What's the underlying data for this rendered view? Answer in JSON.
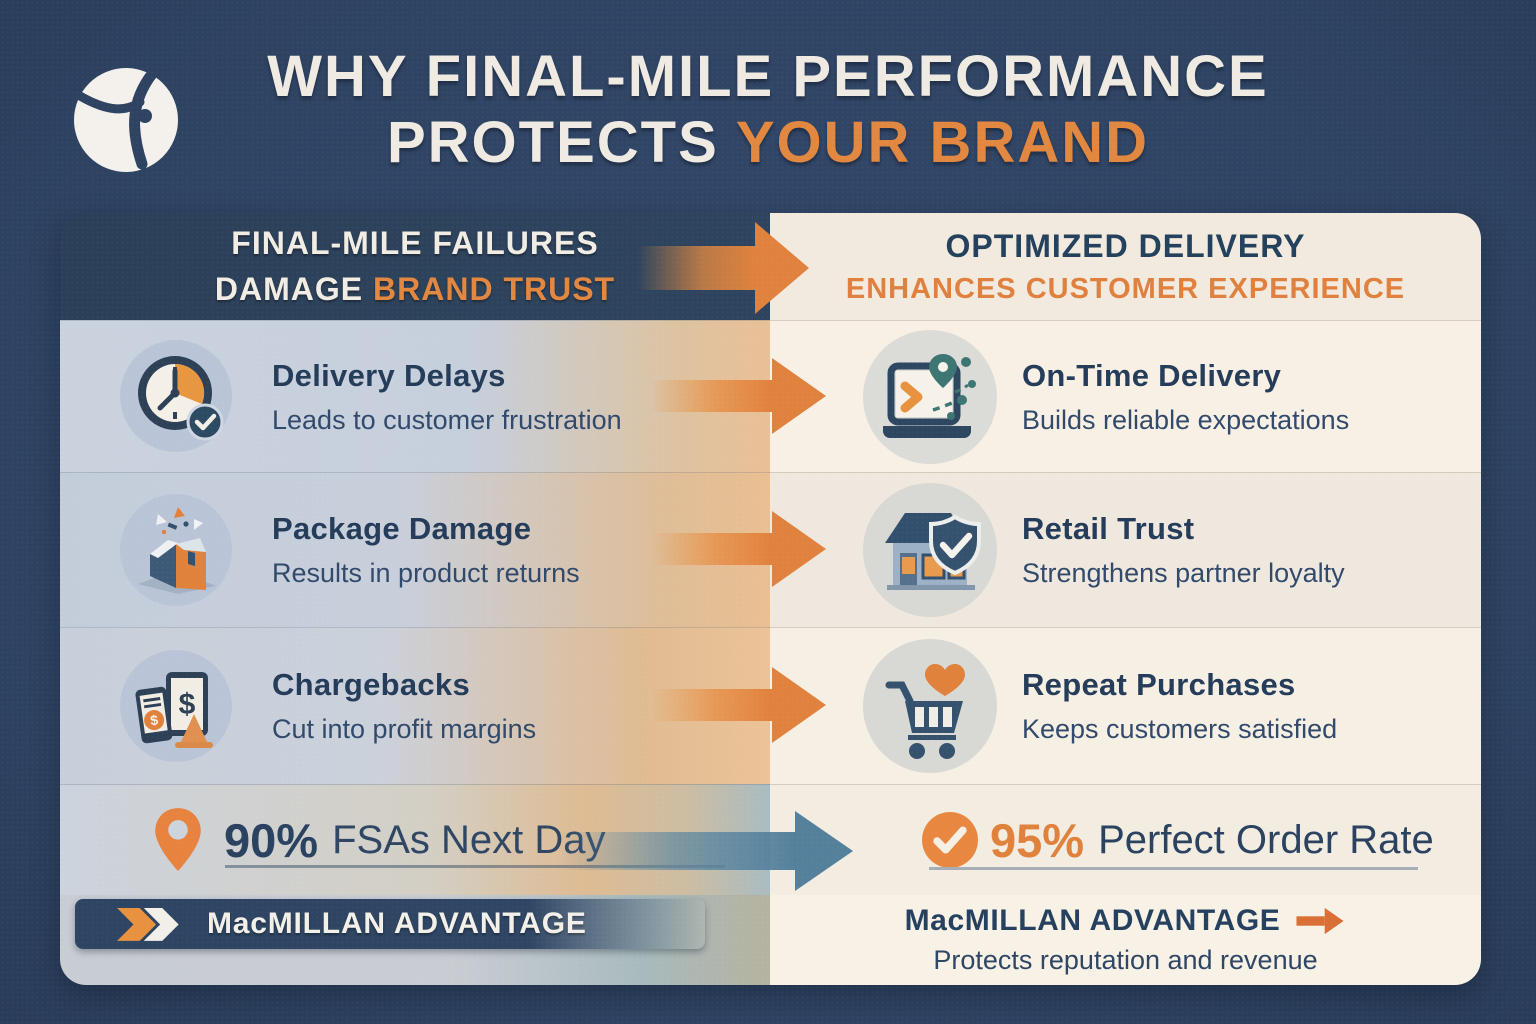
{
  "title": {
    "line1": "WHY FINAL-MILE PERFORMANCE",
    "line2_white": "PROTECTS",
    "line2_orange": "YOUR BRAND"
  },
  "left_column": {
    "header": {
      "line1": "FINAL-MILE FAILURES",
      "line2_white": "DAMAGE",
      "line2_orange": "BRAND TRUST"
    },
    "items": [
      {
        "icon": "clock-delay-icon",
        "title": "Delivery Delays",
        "subtitle": "Leads to customer frustration"
      },
      {
        "icon": "damaged-package-icon",
        "title": "Package Damage",
        "subtitle": "Results in product returns"
      },
      {
        "icon": "chargeback-devices-icon",
        "title": "Chargebacks",
        "subtitle": "Cut into profit margins"
      }
    ],
    "stat": {
      "icon": "location-pin-icon",
      "value": "90%",
      "label": "FSAs Next Day"
    },
    "banner": {
      "label": "MacMILLAN ADVANTAGE"
    }
  },
  "right_column": {
    "header": {
      "line1": "OPTIMIZED DELIVERY",
      "line2": "ENHANCES CUSTOMER EXPERIENCE"
    },
    "items": [
      {
        "icon": "laptop-route-icon",
        "title": "On-Time Delivery",
        "subtitle": "Builds reliable expectations"
      },
      {
        "icon": "storefront-shield-icon",
        "title": "Retail Trust",
        "subtitle": "Strengthens partner loyalty"
      },
      {
        "icon": "cart-heart-icon",
        "title": "Repeat Purchases",
        "subtitle": "Keeps customers satisfied"
      }
    ],
    "stat": {
      "icon": "check-circle-icon",
      "value": "95%",
      "label": "Perfect Order Rate"
    },
    "banner": {
      "label": "MacMILLAN ADVANTAGE",
      "subtitle": "Protects reputation and revenue"
    }
  },
  "colors": {
    "background_navy": "#2e4362",
    "accent_orange": "#e0823d",
    "deep_navy_text": "#243c59",
    "cream_panel": "#f5eee3",
    "steel_blue_arrow": "#5b86a0"
  }
}
